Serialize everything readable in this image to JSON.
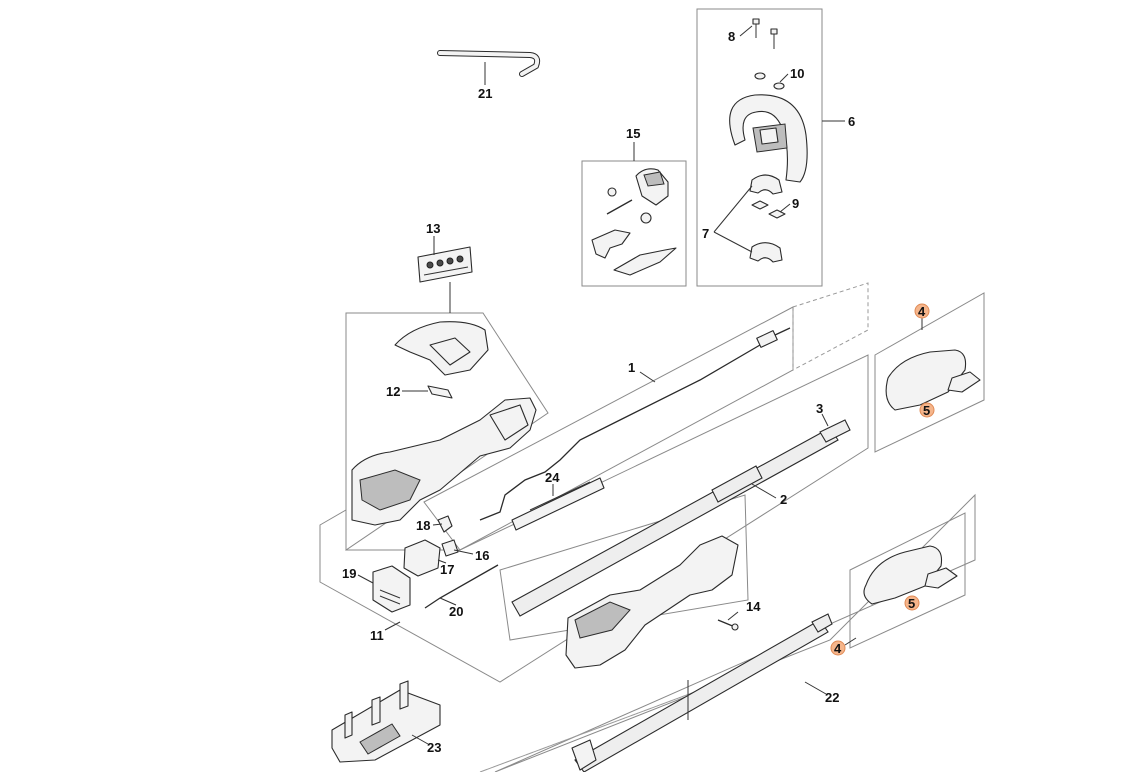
{
  "diagram": {
    "callouts": [
      {
        "id": "c1",
        "label": "1"
      },
      {
        "id": "c2",
        "label": "2"
      },
      {
        "id": "c3",
        "label": "3"
      },
      {
        "id": "c4a",
        "label": "4",
        "highlight": true
      },
      {
        "id": "c4b",
        "label": "4",
        "highlight": true
      },
      {
        "id": "c5a",
        "label": "5",
        "highlight": true
      },
      {
        "id": "c5b",
        "label": "5",
        "highlight": true
      },
      {
        "id": "c6",
        "label": "6"
      },
      {
        "id": "c7",
        "label": "7"
      },
      {
        "id": "c8",
        "label": "8"
      },
      {
        "id": "c9",
        "label": "9"
      },
      {
        "id": "c10",
        "label": "10"
      },
      {
        "id": "c11",
        "label": "11"
      },
      {
        "id": "c12",
        "label": "12"
      },
      {
        "id": "c13",
        "label": "13"
      },
      {
        "id": "c14",
        "label": "14"
      },
      {
        "id": "c15",
        "label": "15"
      },
      {
        "id": "c16",
        "label": "16"
      },
      {
        "id": "c17",
        "label": "17"
      },
      {
        "id": "c18",
        "label": "18"
      },
      {
        "id": "c19",
        "label": "19"
      },
      {
        "id": "c20",
        "label": "20"
      },
      {
        "id": "c21",
        "label": "21"
      },
      {
        "id": "c22",
        "label": "22"
      },
      {
        "id": "c23",
        "label": "23"
      },
      {
        "id": "c24",
        "label": "24"
      }
    ],
    "colors": {
      "line": "#2b2b2b",
      "frame": "#8a8a8a",
      "highlight_fill": "#f5b58b",
      "highlight_stroke": "#e08a55"
    }
  }
}
